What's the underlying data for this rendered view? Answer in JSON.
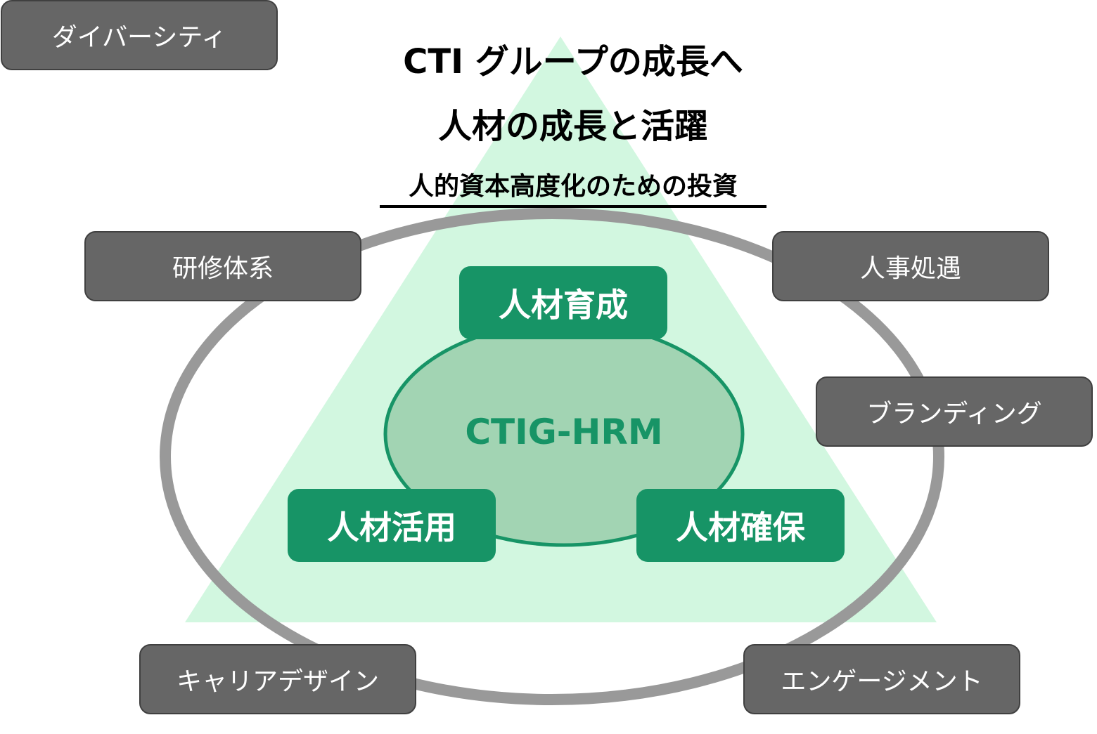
{
  "titles": {
    "line1": "CTI グループの成長へ",
    "line2": "人材の成長と活躍",
    "line3": "人的資本高度化のための投資"
  },
  "core": {
    "label": "CTIG-HRM",
    "pillars": {
      "top": "人材育成",
      "left": "人材活用",
      "right": "人材確保"
    }
  },
  "outer_items": {
    "top_left": "研修体系",
    "mid_left": "ダイバーシティ",
    "bottom_left": "キャリアデザイン",
    "top_right": "人事処遇",
    "mid_right": "ブランディング",
    "bottom_right": "エンゲージメント"
  },
  "colors": {
    "triangle_fill": "#d2f7e0",
    "ring_stroke": "#999999",
    "core_fill": "#a2d4b3",
    "core_stroke": "#179466",
    "pillar_fill": "#179466",
    "outer_box_fill": "#666666",
    "outer_box_border": "#404040"
  }
}
